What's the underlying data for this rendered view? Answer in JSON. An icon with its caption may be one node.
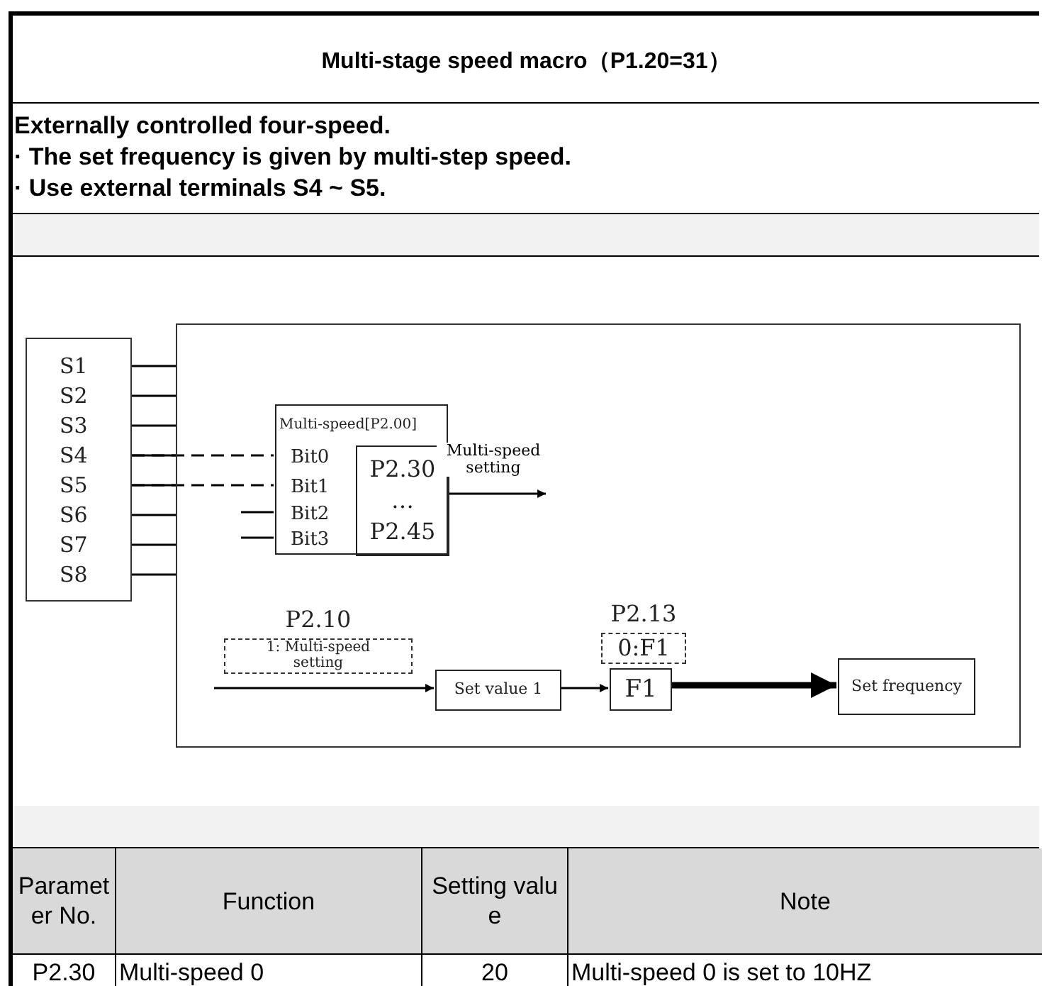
{
  "diagram": {
    "title": "Multi-stage speed macro（P1.20=31）",
    "nodes": [
      {
        "text": [],
        "shape": "box"
      },
      {
        "text": [
          "S1"
        ],
        "in": 0
      },
      {
        "text": [
          "S2"
        ],
        "in": 0
      },
      {
        "text": [
          "S3"
        ],
        "in": 0
      },
      {
        "text": [
          "S4"
        ],
        "in": 0
      },
      {
        "text": [
          "S5"
        ],
        "in": 0
      },
      {
        "text": [
          "S6"
        ],
        "in": 0
      },
      {
        "text": [
          "S7"
        ],
        "in": 0
      },
      {
        "text": [
          "S8"
        ],
        "in": 0
      },
      {
        "text": [],
        "shape": "box"
      },
      {
        "text": [
          "Multi-speed[P2.00]"
        ],
        "in": 9
      },
      {
        "text": [
          "Bit0"
        ],
        "in": 10
      },
      {
        "text": [
          "Bit1"
        ],
        "in": 10
      },
      {
        "text": [
          "Bit2"
        ],
        "in": 10
      },
      {
        "text": [
          "Bit3"
        ],
        "in": 10
      },
      {
        "text": [
          "P2.30",
          "…",
          "P2.45"
        ],
        "in": 10
      },
      {
        "text": [
          "P2.10",
          "1: Multi-speed setting"
        ],
        "in": 9
      },
      {
        "text": [
          "Set value 1"
        ],
        "in": 9
      },
      {
        "text": [
          "P2.13",
          "0:F1"
        ],
        "in": 9
      },
      {
        "text": [
          "F1"
        ],
        "in": 9
      },
      {
        "text": [
          "Set frequency"
        ],
        "in": 9
      }
    ],
    "edges": [
      {
        "from": 1,
        "to": 9,
        "arrow": "none"
      },
      {
        "from": 2,
        "to": 9,
        "arrow": "none"
      },
      {
        "from": 3,
        "to": 9,
        "arrow": "none"
      },
      {
        "from": 4,
        "to": 9,
        "arrow": "none"
      },
      {
        "from": 5,
        "to": 9,
        "arrow": "none"
      },
      {
        "from": 6,
        "to": 9,
        "arrow": "none"
      },
      {
        "from": 7,
        "to": 9,
        "arrow": "none"
      },
      {
        "from": 8,
        "to": 9,
        "arrow": "none"
      },
      {
        "from": 4,
        "to": 11,
        "arrow": "none",
        "style": "dashed"
      },
      {
        "from": 5,
        "to": 12,
        "arrow": "none",
        "style": "dashed"
      },
      {
        "from": null,
        "to": 13,
        "arrow": "none"
      },
      {
        "from": null,
        "to": 14,
        "arrow": "none"
      },
      {
        "from": 15,
        "to": null,
        "arrow": "to",
        "label": "Multi-speed setting"
      },
      {
        "from": null,
        "to": 17,
        "arrow": "to"
      },
      {
        "from": 17,
        "to": 19,
        "arrow": "to"
      },
      {
        "from": 19,
        "to": 20,
        "arrow": "to",
        "style": "thick"
      }
    ],
    "labels": [
      "Externally controlled four-speed.",
      "· The set frequency is given by multi-step speed.",
      "· Use external terminals S4 ~ S5.",
      "Parameter No.",
      "Function",
      "Setting value",
      "Note",
      "P2.30",
      "Multi-speed 0",
      "20",
      "Multi-speed 0 is set to 10HZ"
    ]
  }
}
